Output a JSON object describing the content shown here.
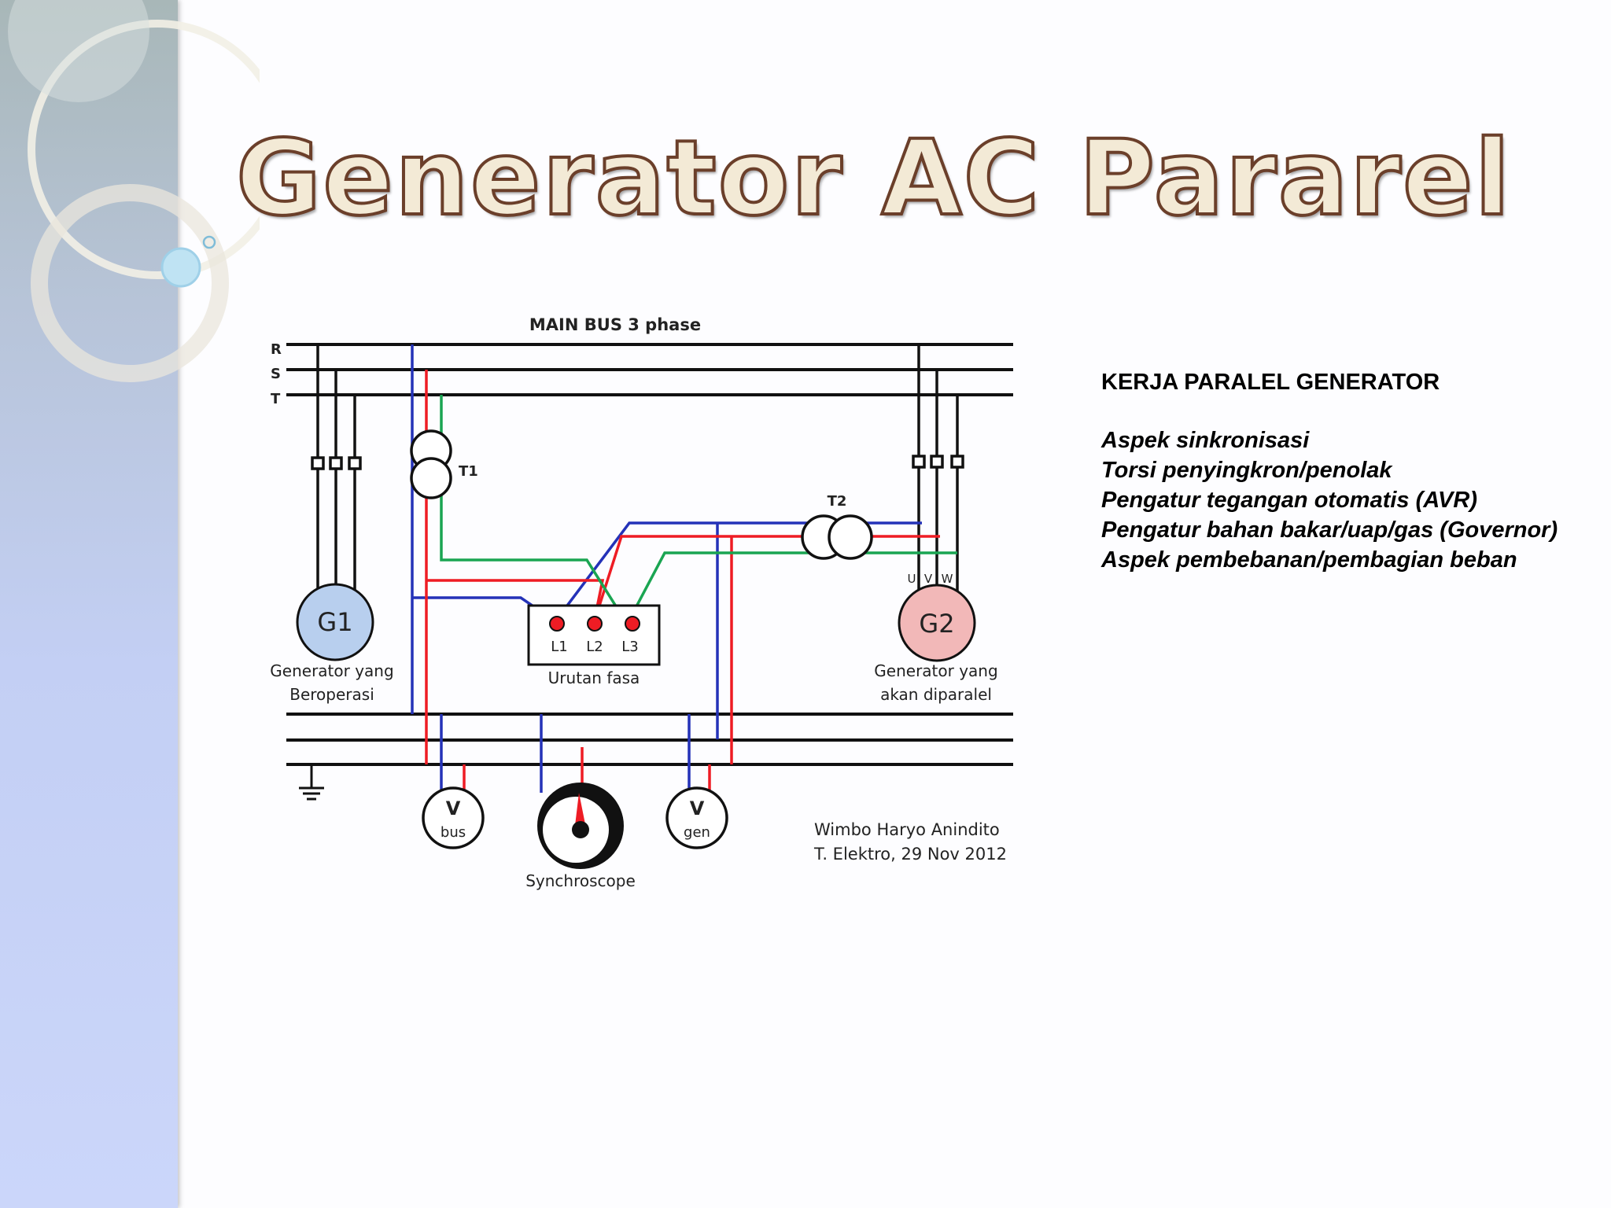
{
  "slide": {
    "title": "Generator AC Pararel"
  },
  "diagram": {
    "bus_label": "MAIN BUS 3 phase",
    "phase_r": "R",
    "phase_s": "S",
    "phase_t": "T",
    "transformer1": "T1",
    "transformer2": "T2",
    "g1": "G1",
    "g1_caption_1": "Generator yang",
    "g1_caption_2": "Beroperasi",
    "g2": "G2",
    "g2_caption_1": "Generator yang",
    "g2_caption_2": "akan diparalel",
    "terminal_u": "U",
    "terminal_v": "V",
    "terminal_w": "W",
    "lamp1": "L1",
    "lamp2": "L2",
    "lamp3": "L3",
    "lamp_box_caption": "Urutan fasa",
    "vbus_symbol": "V",
    "vbus_caption": "bus",
    "vgen_symbol": "V",
    "vgen_caption": "gen",
    "synchroscope": "Synchroscope",
    "credit_1": "Wimbo Haryo Anindito",
    "credit_2": "T. Elektro, 29 Nov 2012",
    "colors": {
      "red": "#ee1c24",
      "blue": "#2432b8",
      "green": "#1aa552",
      "black": "#111111"
    }
  },
  "side": {
    "heading": "KERJA PARALEL GENERATOR",
    "items": [
      "Aspek sinkronisasi",
      "Torsi penyingkron/penolak",
      "Pengatur tegangan otomatis (AVR)",
      "Pengatur bahan bakar/uap/gas (Governor)",
      "Aspek pembebanan/pembagian beban"
    ]
  }
}
